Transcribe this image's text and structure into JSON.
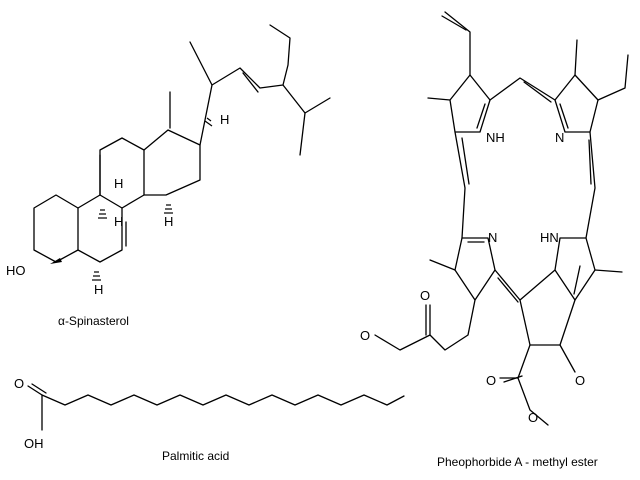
{
  "molecules": {
    "spinasterol": {
      "name": "α-Spinasterol",
      "atoms": {
        "ho": "HO",
        "h1": "H",
        "h2": "H",
        "h3": "H",
        "h4": "H",
        "h5": "H"
      }
    },
    "palmitic": {
      "name": "Palmitic acid",
      "atoms": {
        "o": "O",
        "oh": "OH"
      }
    },
    "pheophorbide": {
      "name": "Pheophorbide A - methyl ester",
      "atoms": {
        "nh1": "NH",
        "n1": "N",
        "n2": "N",
        "hn": "HN",
        "o1": "O",
        "o2": "O",
        "o3": "O",
        "o4": "O",
        "o5": "O"
      }
    }
  }
}
